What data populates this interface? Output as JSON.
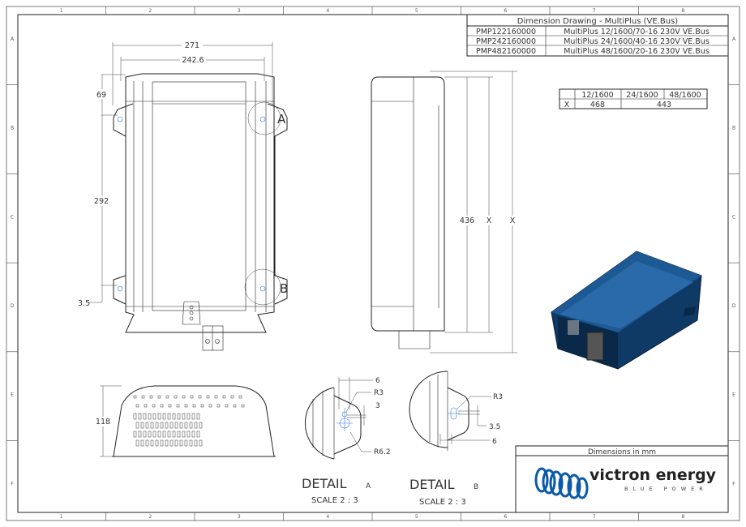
{
  "title_block": {
    "title": "Dimension Drawing - MultiPlus (VE.Bus)",
    "rows": [
      {
        "code": "PMP122160000",
        "name": "MultiPlus 12/1600/70-16 230V VE.Bus"
      },
      {
        "code": "PMP242160000",
        "name": "MultiPlus 24/1600/40-16 230V VE.Bus"
      },
      {
        "code": "PMP482160000",
        "name": "MultiPlus 48/1600/20-16 230V VE.Bus"
      }
    ]
  },
  "x_table": {
    "headers": [
      "12/1600",
      "24/1600",
      "48/1600"
    ],
    "row_label": "X",
    "values": [
      "468",
      "443"
    ]
  },
  "grid": {
    "columns": [
      "1",
      "2",
      "3",
      "4",
      "5",
      "6",
      "7",
      "8"
    ],
    "rows": [
      "A",
      "B",
      "C",
      "D",
      "E",
      "F"
    ]
  },
  "front_view": {
    "dims": {
      "width_outer": "271",
      "width_inner": "242.6",
      "top_offset": "69",
      "hole_spacing": "292",
      "bottom_offset": "3.5"
    },
    "detail_a_label": "A",
    "detail_b_label": "B"
  },
  "side_view": {
    "height": "436",
    "x1": "X",
    "x2": "X"
  },
  "bottom_view": {
    "depth": "118"
  },
  "detail_a": {
    "title": "DETAIL",
    "letter": "A",
    "scale": "SCALE 2 : 3",
    "dims": {
      "d6": "6",
      "r3": "R3",
      "d3": "3",
      "r62": "R6.2"
    }
  },
  "detail_b": {
    "title": "DETAIL",
    "letter": "B",
    "scale": "SCALE 2 : 3",
    "dims": {
      "r3": "R3",
      "d35": "3.5",
      "d6": "6"
    }
  },
  "footer": {
    "units": "Dimensions in mm",
    "logo_text": "victron energy",
    "logo_tagline": "BLUE POWER",
    "brand_color": "#0a5aa8"
  }
}
